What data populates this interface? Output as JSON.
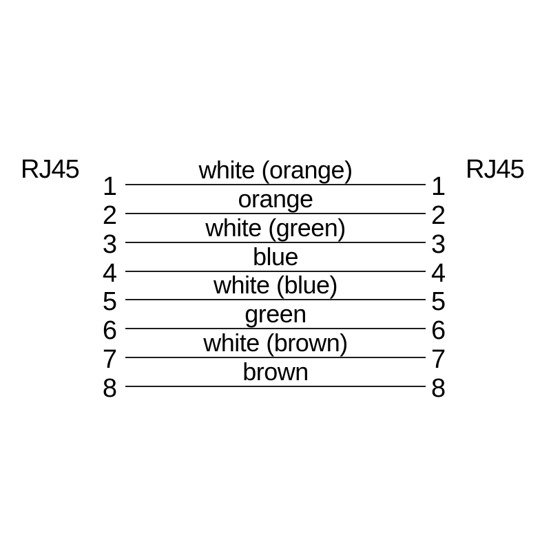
{
  "diagram": {
    "left_connector": {
      "label": "RJ45"
    },
    "right_connector": {
      "label": "RJ45"
    },
    "wires": [
      {
        "pin_left": "1",
        "pin_right": "1",
        "color_label": "white (orange)"
      },
      {
        "pin_left": "2",
        "pin_right": "2",
        "color_label": "orange"
      },
      {
        "pin_left": "3",
        "pin_right": "3",
        "color_label": "white (green)"
      },
      {
        "pin_left": "4",
        "pin_right": "4",
        "color_label": "blue"
      },
      {
        "pin_left": "5",
        "pin_right": "5",
        "color_label": "white (blue)"
      },
      {
        "pin_left": "6",
        "pin_right": "6",
        "color_label": "green"
      },
      {
        "pin_left": "7",
        "pin_right": "7",
        "color_label": "white (brown)"
      },
      {
        "pin_left": "8",
        "pin_right": "8",
        "color_label": "brown"
      }
    ],
    "colors": {
      "line": "#1c1c1c",
      "text": "#000000",
      "background": "#ffffff"
    }
  }
}
